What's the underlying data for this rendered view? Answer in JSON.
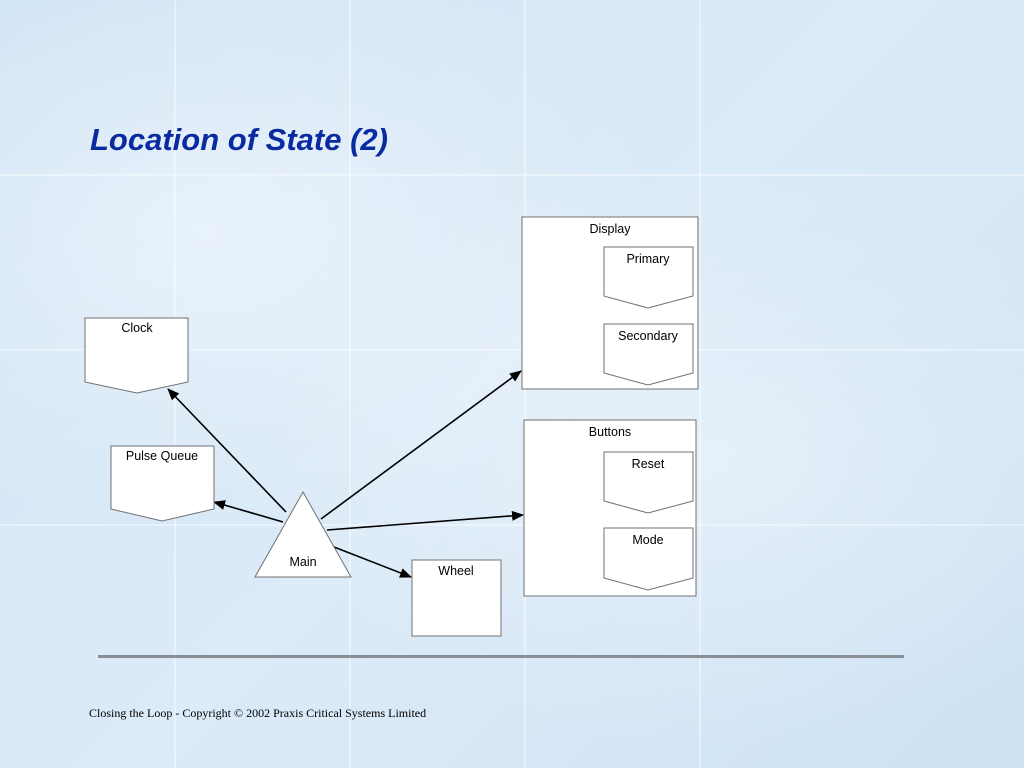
{
  "slide": {
    "title": "Location of State (2)",
    "footer": "Closing the Loop - Copyright © 2002 Praxis Critical Systems Limited"
  },
  "diagram": {
    "nodes": {
      "main": "Main",
      "clock": "Clock",
      "pulse_queue": "Pulse Queue",
      "wheel": "Wheel",
      "display": "Display",
      "primary": "Primary",
      "secondary": "Secondary",
      "buttons": "Buttons",
      "reset": "Reset",
      "mode": "Mode"
    },
    "edges": [
      {
        "from": "Main",
        "to": "Clock"
      },
      {
        "from": "Main",
        "to": "Pulse Queue"
      },
      {
        "from": "Main",
        "to": "Display"
      },
      {
        "from": "Main",
        "to": "Buttons"
      },
      {
        "from": "Main",
        "to": "Wheel"
      }
    ]
  }
}
